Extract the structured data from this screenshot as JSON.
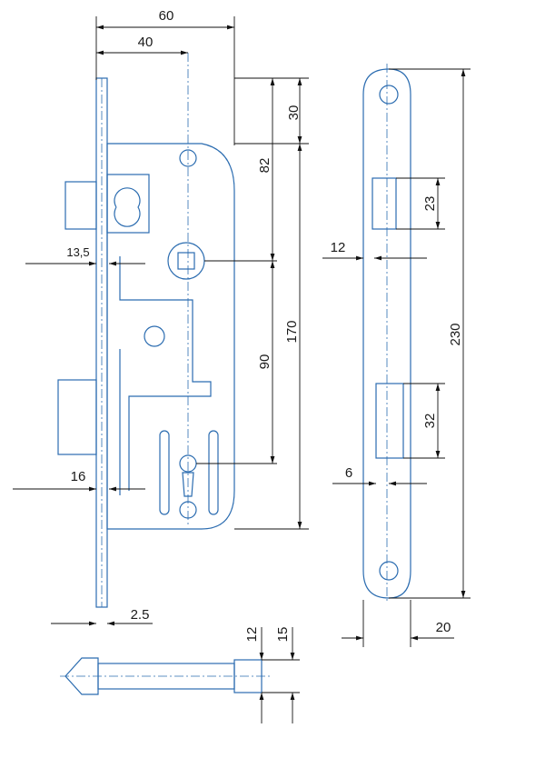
{
  "dimensions": {
    "front": {
      "width_60": "60",
      "backset_40": "40",
      "top_30": "30",
      "d_82": "82",
      "d_170": "170",
      "d_90": "90",
      "d_13_5": "13,5",
      "d_16": "16",
      "d_2_5": "2.5"
    },
    "side": {
      "d_12": "12",
      "d_23": "23",
      "d_230": "230",
      "d_32": "32",
      "d_6": "6",
      "d_20": "20"
    },
    "bottom": {
      "d_12": "12",
      "d_15": "15"
    }
  },
  "colors": {
    "outline": "#2b6cb0",
    "dimension": "#111111"
  }
}
